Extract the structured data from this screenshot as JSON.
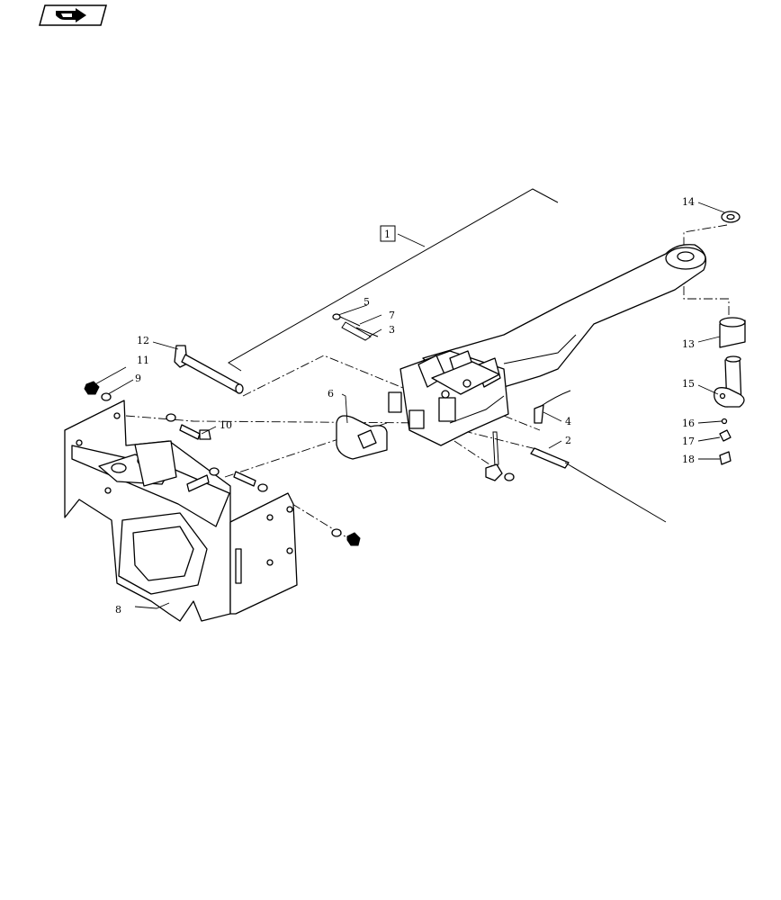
{
  "header": {
    "icon": "next-page-arrow-icon"
  },
  "callouts": [
    {
      "id": "c1",
      "label": "1"
    },
    {
      "id": "c2",
      "label": "2"
    },
    {
      "id": "c3",
      "label": "3"
    },
    {
      "id": "c4",
      "label": "4"
    },
    {
      "id": "c5",
      "label": "5"
    },
    {
      "id": "c6",
      "label": "6"
    },
    {
      "id": "c7",
      "label": "7"
    },
    {
      "id": "c8",
      "label": "8"
    },
    {
      "id": "c9",
      "label": "9"
    },
    {
      "id": "c10",
      "label": "10"
    },
    {
      "id": "c11",
      "label": "11"
    },
    {
      "id": "c12",
      "label": "12"
    },
    {
      "id": "c13",
      "label": "13"
    },
    {
      "id": "c14",
      "label": "14"
    },
    {
      "id": "c15",
      "label": "15"
    },
    {
      "id": "c16",
      "label": "16"
    },
    {
      "id": "c17",
      "label": "17"
    },
    {
      "id": "c18",
      "label": "18"
    }
  ]
}
